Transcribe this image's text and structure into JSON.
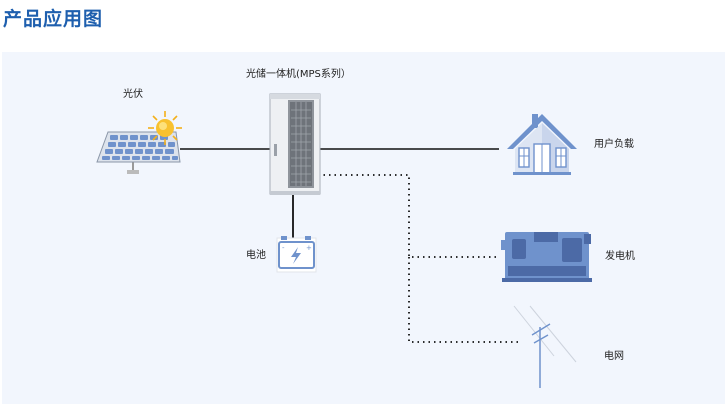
{
  "page": {
    "title": "产品应用图"
  },
  "diagram": {
    "nodes": {
      "solar": {
        "label": "光伏",
        "icon": "solar-panel-icon"
      },
      "mps": {
        "label": "光储一体机(MPS系列）",
        "icon": "mps-cabinet-icon"
      },
      "battery": {
        "label": "电池",
        "icon": "battery-icon"
      },
      "load": {
        "label": "用户负载",
        "icon": "house-icon"
      },
      "generator": {
        "label": "发电机",
        "icon": "generator-icon"
      },
      "grid": {
        "label": "电网",
        "icon": "power-pole-icon"
      }
    },
    "connections": [
      {
        "from": "solar",
        "to": "mps",
        "style": "solid"
      },
      {
        "from": "mps",
        "to": "load",
        "style": "solid"
      },
      {
        "from": "mps",
        "to": "battery",
        "style": "solid"
      },
      {
        "from": "mps",
        "to": "generator",
        "style": "dotted"
      },
      {
        "from": "mps",
        "to": "grid",
        "style": "dotted"
      }
    ],
    "colors": {
      "title": "#1e5fae",
      "panel": "#f2f6fd",
      "line": "#111111",
      "icon_blue": "#6f92cc",
      "icon_dark": "#4c6aa6"
    }
  }
}
